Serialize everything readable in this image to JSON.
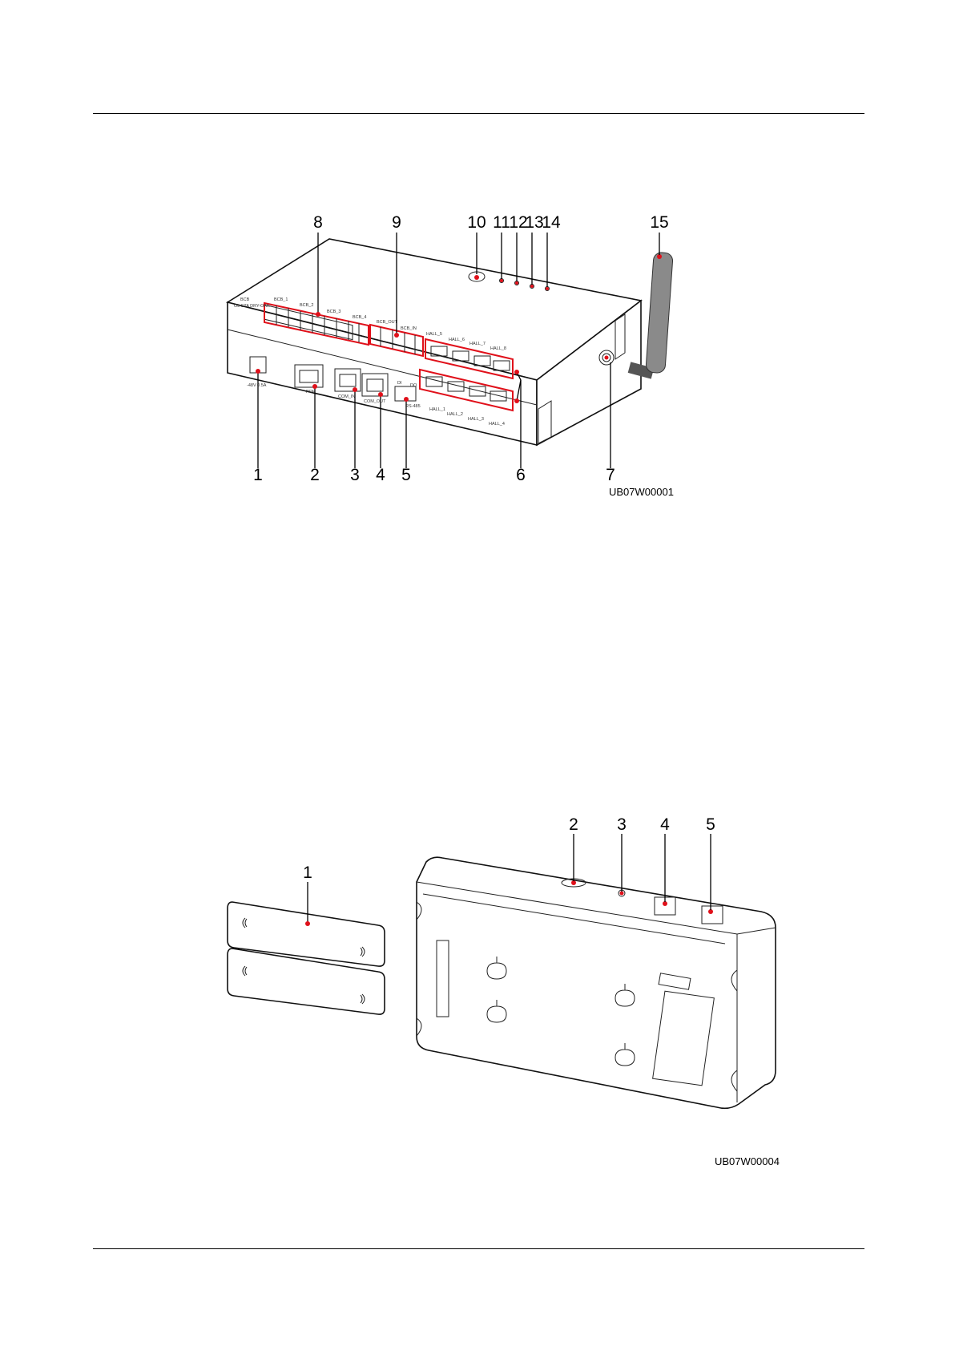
{
  "figure1": {
    "id_label": "UB07W00001",
    "callouts": [
      "1",
      "2",
      "3",
      "4",
      "5",
      "6",
      "7",
      "8",
      "9",
      "10",
      "11",
      "12",
      "13",
      "14",
      "15"
    ],
    "port_labels": {
      "bcb": "BCB",
      "bcb_row": "OL  STA DRY-OAK",
      "bcb_1": "BCB_1",
      "bcb_2": "BCB_2",
      "bcb_3": "BCB_3",
      "bcb_4": "BCB_4",
      "bcb_out": "BCB_OUT",
      "bcb_in": "BCB_IN",
      "hall_5": "HALL_5",
      "hall_6": "HALL_6",
      "hall_7": "HALL_7",
      "hall_8": "HALL_8",
      "hall_1": "HALL_1",
      "hall_2": "HALL_2",
      "hall_3": "HALL_3",
      "hall_4": "HALL_4",
      "power": "-48V  0.5A",
      "poe": "POE",
      "com_in": "COM_IN",
      "com_out": "COM_OUT",
      "di": "DI",
      "do": "DO",
      "rs485": "RS-485"
    }
  },
  "figure2": {
    "id_label": "UB07W00004",
    "callouts": [
      "1",
      "2",
      "3",
      "4",
      "5"
    ]
  }
}
